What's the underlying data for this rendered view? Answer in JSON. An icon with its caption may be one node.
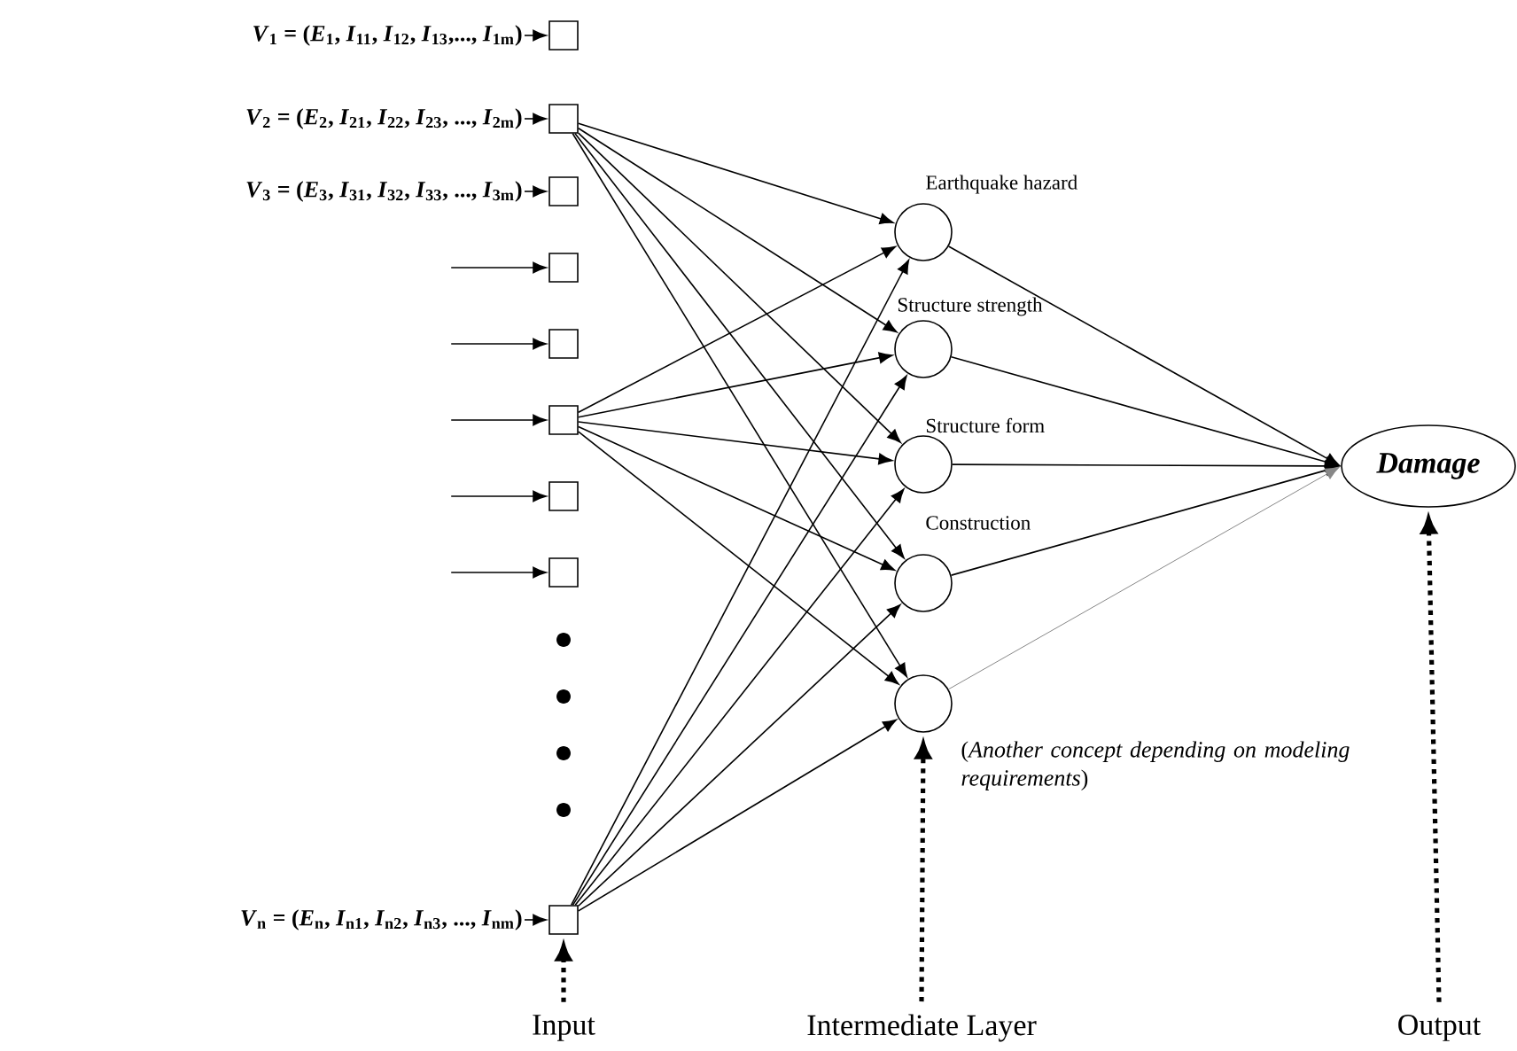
{
  "diagram": {
    "nodes": [
      {
        "text": [
          "*V*$_{1}$ = (*E*$_{1}$, *I*$_{11}$, *I*$_{12}$, *I*$_{13}$,..., *I*$_{1m}$)"
        ]
      },
      {
        "text": [],
        "shape": "box"
      },
      {
        "text": [
          "*V*$_{2}$ = (*E*$_{2}$, *I*$_{21}$, *I*$_{22}$, *I*$_{23}$, ..., *I*$_{2m}$)"
        ]
      },
      {
        "text": [],
        "shape": "box"
      },
      {
        "text": [
          "*V*$_{3}$ = (*E*$_{3}$, *I*$_{31}$, *I*$_{32}$, *I*$_{33}$, ..., *I*$_{3m}$)"
        ]
      },
      {
        "text": [],
        "shape": "box"
      },
      {
        "text": [],
        "shape": "box"
      },
      {
        "text": [],
        "shape": "box"
      },
      {
        "text": [],
        "shape": "box"
      },
      {
        "text": [],
        "shape": "box"
      },
      {
        "text": [],
        "shape": "box"
      },
      {
        "text": [
          "*V*$_{n}$ = (*E*$_{n}$, *I*$_{n1}$, *I*$_{n2}$, *I*$_{n3}$, ..., *I*$_{nm}$)"
        ]
      },
      {
        "text": [],
        "shape": "box"
      },
      {
        "text": [],
        "shape": "circle",
        "beside": [
          "Earthquake hazard"
        ]
      },
      {
        "text": [],
        "shape": "circle",
        "beside": [
          "Structure strength"
        ]
      },
      {
        "text": [],
        "shape": "circle",
        "beside": [
          "Structure form"
        ]
      },
      {
        "text": [],
        "shape": "circle",
        "beside": [
          "Construction"
        ]
      },
      {
        "text": [],
        "shape": "circle",
        "beside": [
          "(*Another concept depending on modeling requirements*)"
        ]
      },
      {
        "text": [
          "Damage"
        ]
      },
      {
        "text": [
          "Input"
        ]
      },
      {
        "text": [
          "Intermediate Layer"
        ]
      },
      {
        "text": [
          "Output"
        ]
      }
    ],
    "edges": [
      {
        "from": 0,
        "to": 1,
        "arrow": "to"
      },
      {
        "from": 2,
        "to": 3,
        "arrow": "to"
      },
      {
        "from": 4,
        "to": 5,
        "arrow": "to"
      },
      {
        "from": null,
        "to": 6,
        "arrow": "to"
      },
      {
        "from": null,
        "to": 7,
        "arrow": "to"
      },
      {
        "from": null,
        "to": 8,
        "arrow": "to"
      },
      {
        "from": null,
        "to": 9,
        "arrow": "to"
      },
      {
        "from": null,
        "to": 10,
        "arrow": "to"
      },
      {
        "from": 11,
        "to": 12,
        "arrow": "to"
      },
      {
        "from": 3,
        "to": 13,
        "arrow": "to"
      },
      {
        "from": 3,
        "to": 14,
        "arrow": "to"
      },
      {
        "from": 3,
        "to": 15,
        "arrow": "to"
      },
      {
        "from": 3,
        "to": 16,
        "arrow": "to"
      },
      {
        "from": 3,
        "to": 17,
        "arrow": "to"
      },
      {
        "from": 8,
        "to": 13,
        "arrow": "to"
      },
      {
        "from": 8,
        "to": 14,
        "arrow": "to"
      },
      {
        "from": 8,
        "to": 15,
        "arrow": "to"
      },
      {
        "from": 8,
        "to": 16,
        "arrow": "to"
      },
      {
        "from": 8,
        "to": 17,
        "arrow": "to"
      },
      {
        "from": 12,
        "to": 13,
        "arrow": "to"
      },
      {
        "from": 12,
        "to": 14,
        "arrow": "to"
      },
      {
        "from": 12,
        "to": 15,
        "arrow": "to"
      },
      {
        "from": 12,
        "to": 16,
        "arrow": "to"
      },
      {
        "from": 12,
        "to": 17,
        "arrow": "to"
      },
      {
        "from": 13,
        "to": 18,
        "arrow": "to"
      },
      {
        "from": 14,
        "to": 18,
        "arrow": "to"
      },
      {
        "from": 15,
        "to": 18,
        "arrow": "to"
      },
      {
        "from": 16,
        "to": 18,
        "arrow": "to"
      },
      {
        "from": 17,
        "to": 18,
        "arrow": "to",
        "color": "#888888"
      },
      {
        "from": 19,
        "to": 12,
        "arrow": "to",
        "style": "dashed"
      },
      {
        "from": 20,
        "to": 17,
        "arrow": "to",
        "style": "dashed"
      },
      {
        "from": 21,
        "to": 18,
        "arrow": "to",
        "style": "dashed"
      }
    ]
  }
}
